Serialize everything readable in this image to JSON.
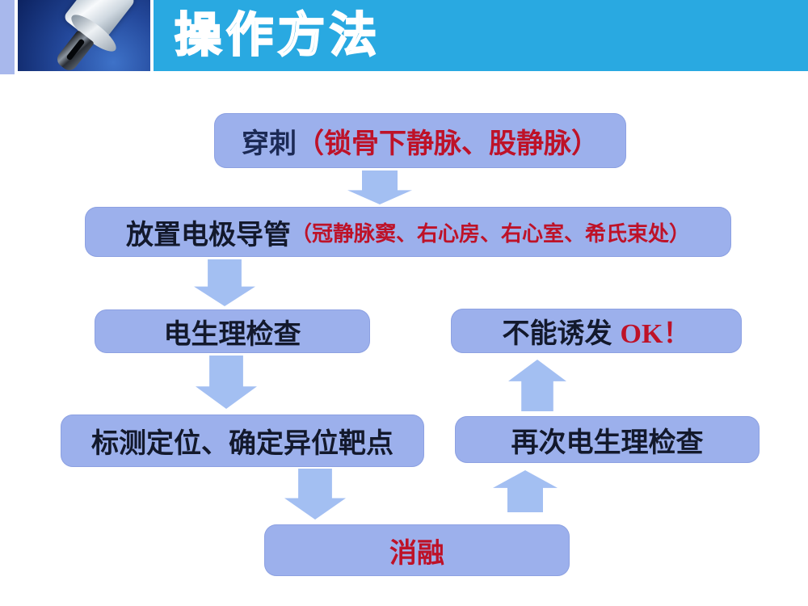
{
  "slide": {
    "title": "操作方法"
  },
  "header": {
    "photo_icon": "catheter-tip-photo"
  },
  "flowchart": {
    "boxes": [
      {
        "dark": "穿刺",
        "red": "（锁骨下静脉、股静脉）"
      },
      {
        "dark": "放置电极导管",
        "red": "（冠静脉窦、右心房、右心室、希氏束处）"
      },
      {
        "dark": "电生理检查",
        "red": ""
      },
      {
        "dark": "不能诱发",
        "red": "OK！"
      },
      {
        "dark": "标测定位、确定异位靶点",
        "red": ""
      },
      {
        "dark": "再次电生理检查",
        "red": ""
      },
      {
        "dark": "",
        "red": "消融"
      }
    ],
    "arrows": [
      {
        "icon": "arrow-down-icon",
        "from": "穿刺",
        "to": "放置电极导管"
      },
      {
        "icon": "arrow-down-icon",
        "from": "放置电极导管",
        "to": "电生理检查"
      },
      {
        "icon": "arrow-down-icon",
        "from": "电生理检查",
        "to": "标测定位、确定异位靶点"
      },
      {
        "icon": "arrow-up-icon",
        "from": "再次电生理检查",
        "to": "不能诱发"
      },
      {
        "icon": "arrow-down-icon",
        "from": "标测定位、确定异位靶点",
        "to": "消融"
      },
      {
        "icon": "arrow-up-icon",
        "from": "消融",
        "to": "再次电生理检查"
      }
    ]
  },
  "colors": {
    "header_blue": "#29a9e1",
    "accent_strip": "#a8b8ec",
    "box_fill": "#9cb0ec",
    "arrow_fill": "#a3bff2",
    "text_dark": "#13192c",
    "text_navy": "#1c2a55",
    "text_red": "#be1228",
    "title_outline": "#ffffff"
  }
}
